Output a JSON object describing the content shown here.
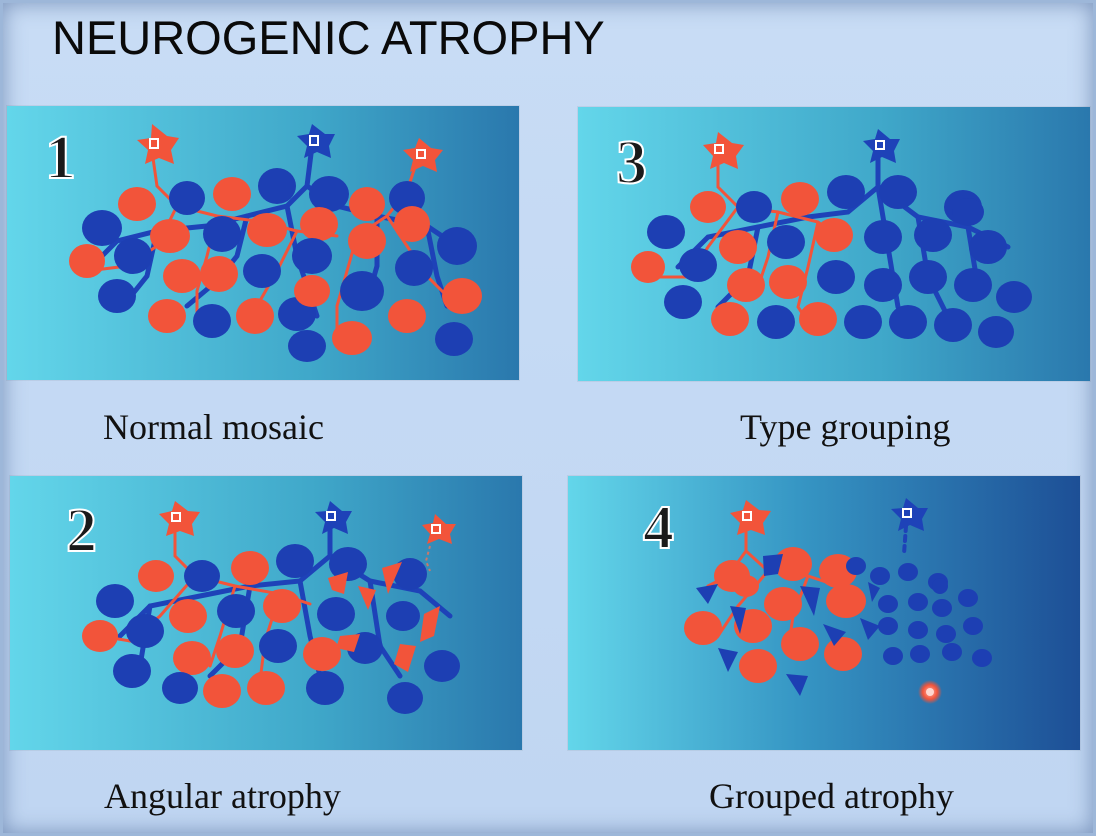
{
  "title": "NEUROGENIC ATROPHY",
  "panels": [
    {
      "number": "1",
      "caption": "Normal mosaic"
    },
    {
      "number": "3",
      "caption": "Type grouping"
    },
    {
      "number": "2",
      "caption": "Angular atrophy"
    },
    {
      "number": "4",
      "caption": "Grouped atrophy"
    }
  ],
  "colors": {
    "type1_fiber": "#f2543a",
    "type2_fiber": "#1d3fb3",
    "background_left": "#5cd3e8",
    "background_right": "#1f5ea0"
  }
}
